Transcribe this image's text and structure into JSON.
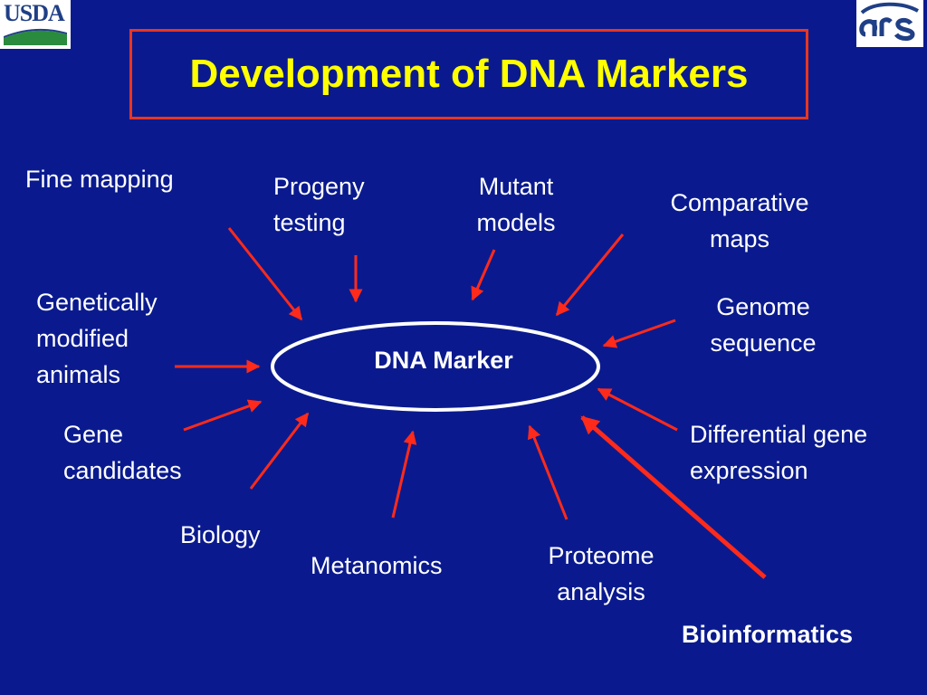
{
  "header": {
    "usda_logo": {
      "label": "USDA",
      "icon": "usda-logo-icon"
    },
    "ars_logo": {
      "label": "ars",
      "icon": "ars-logo-icon"
    },
    "title": "Development of DNA Markers"
  },
  "colors": {
    "background": "#0a1a8e",
    "title_text": "#ffff00",
    "title_border": "#e8361f",
    "arrow": "#ff2a1a",
    "ellipse_border": "#ffffff",
    "ellipse_fill": "#0a1a8e"
  },
  "diagram": {
    "center": "DNA Marker",
    "inputs": [
      {
        "id": "fine-mapping",
        "lines": [
          "Fine mapping"
        ]
      },
      {
        "id": "progeny-testing",
        "lines": [
          "Progeny",
          "testing"
        ]
      },
      {
        "id": "mutant-models",
        "lines": [
          "Mutant",
          "models"
        ]
      },
      {
        "id": "comparative-maps",
        "lines": [
          "Comparative",
          "maps"
        ]
      },
      {
        "id": "genetically-modified-animals",
        "lines": [
          "Genetically",
          "modified",
          "animals"
        ]
      },
      {
        "id": "genome-sequence",
        "lines": [
          "Genome",
          "sequence"
        ]
      },
      {
        "id": "gene-candidates",
        "lines": [
          "Gene",
          "candidates"
        ]
      },
      {
        "id": "differential-gene-expression",
        "lines": [
          "Differential gene",
          "expression"
        ]
      },
      {
        "id": "biology",
        "lines": [
          "Biology"
        ]
      },
      {
        "id": "metanomics",
        "lines": [
          "Metanomics"
        ]
      },
      {
        "id": "proteome-analysis",
        "lines": [
          "Proteome",
          "analysis"
        ]
      },
      {
        "id": "bioinformatics",
        "lines": [
          "Bioinformatics"
        ],
        "emphasis": "bold"
      }
    ]
  }
}
